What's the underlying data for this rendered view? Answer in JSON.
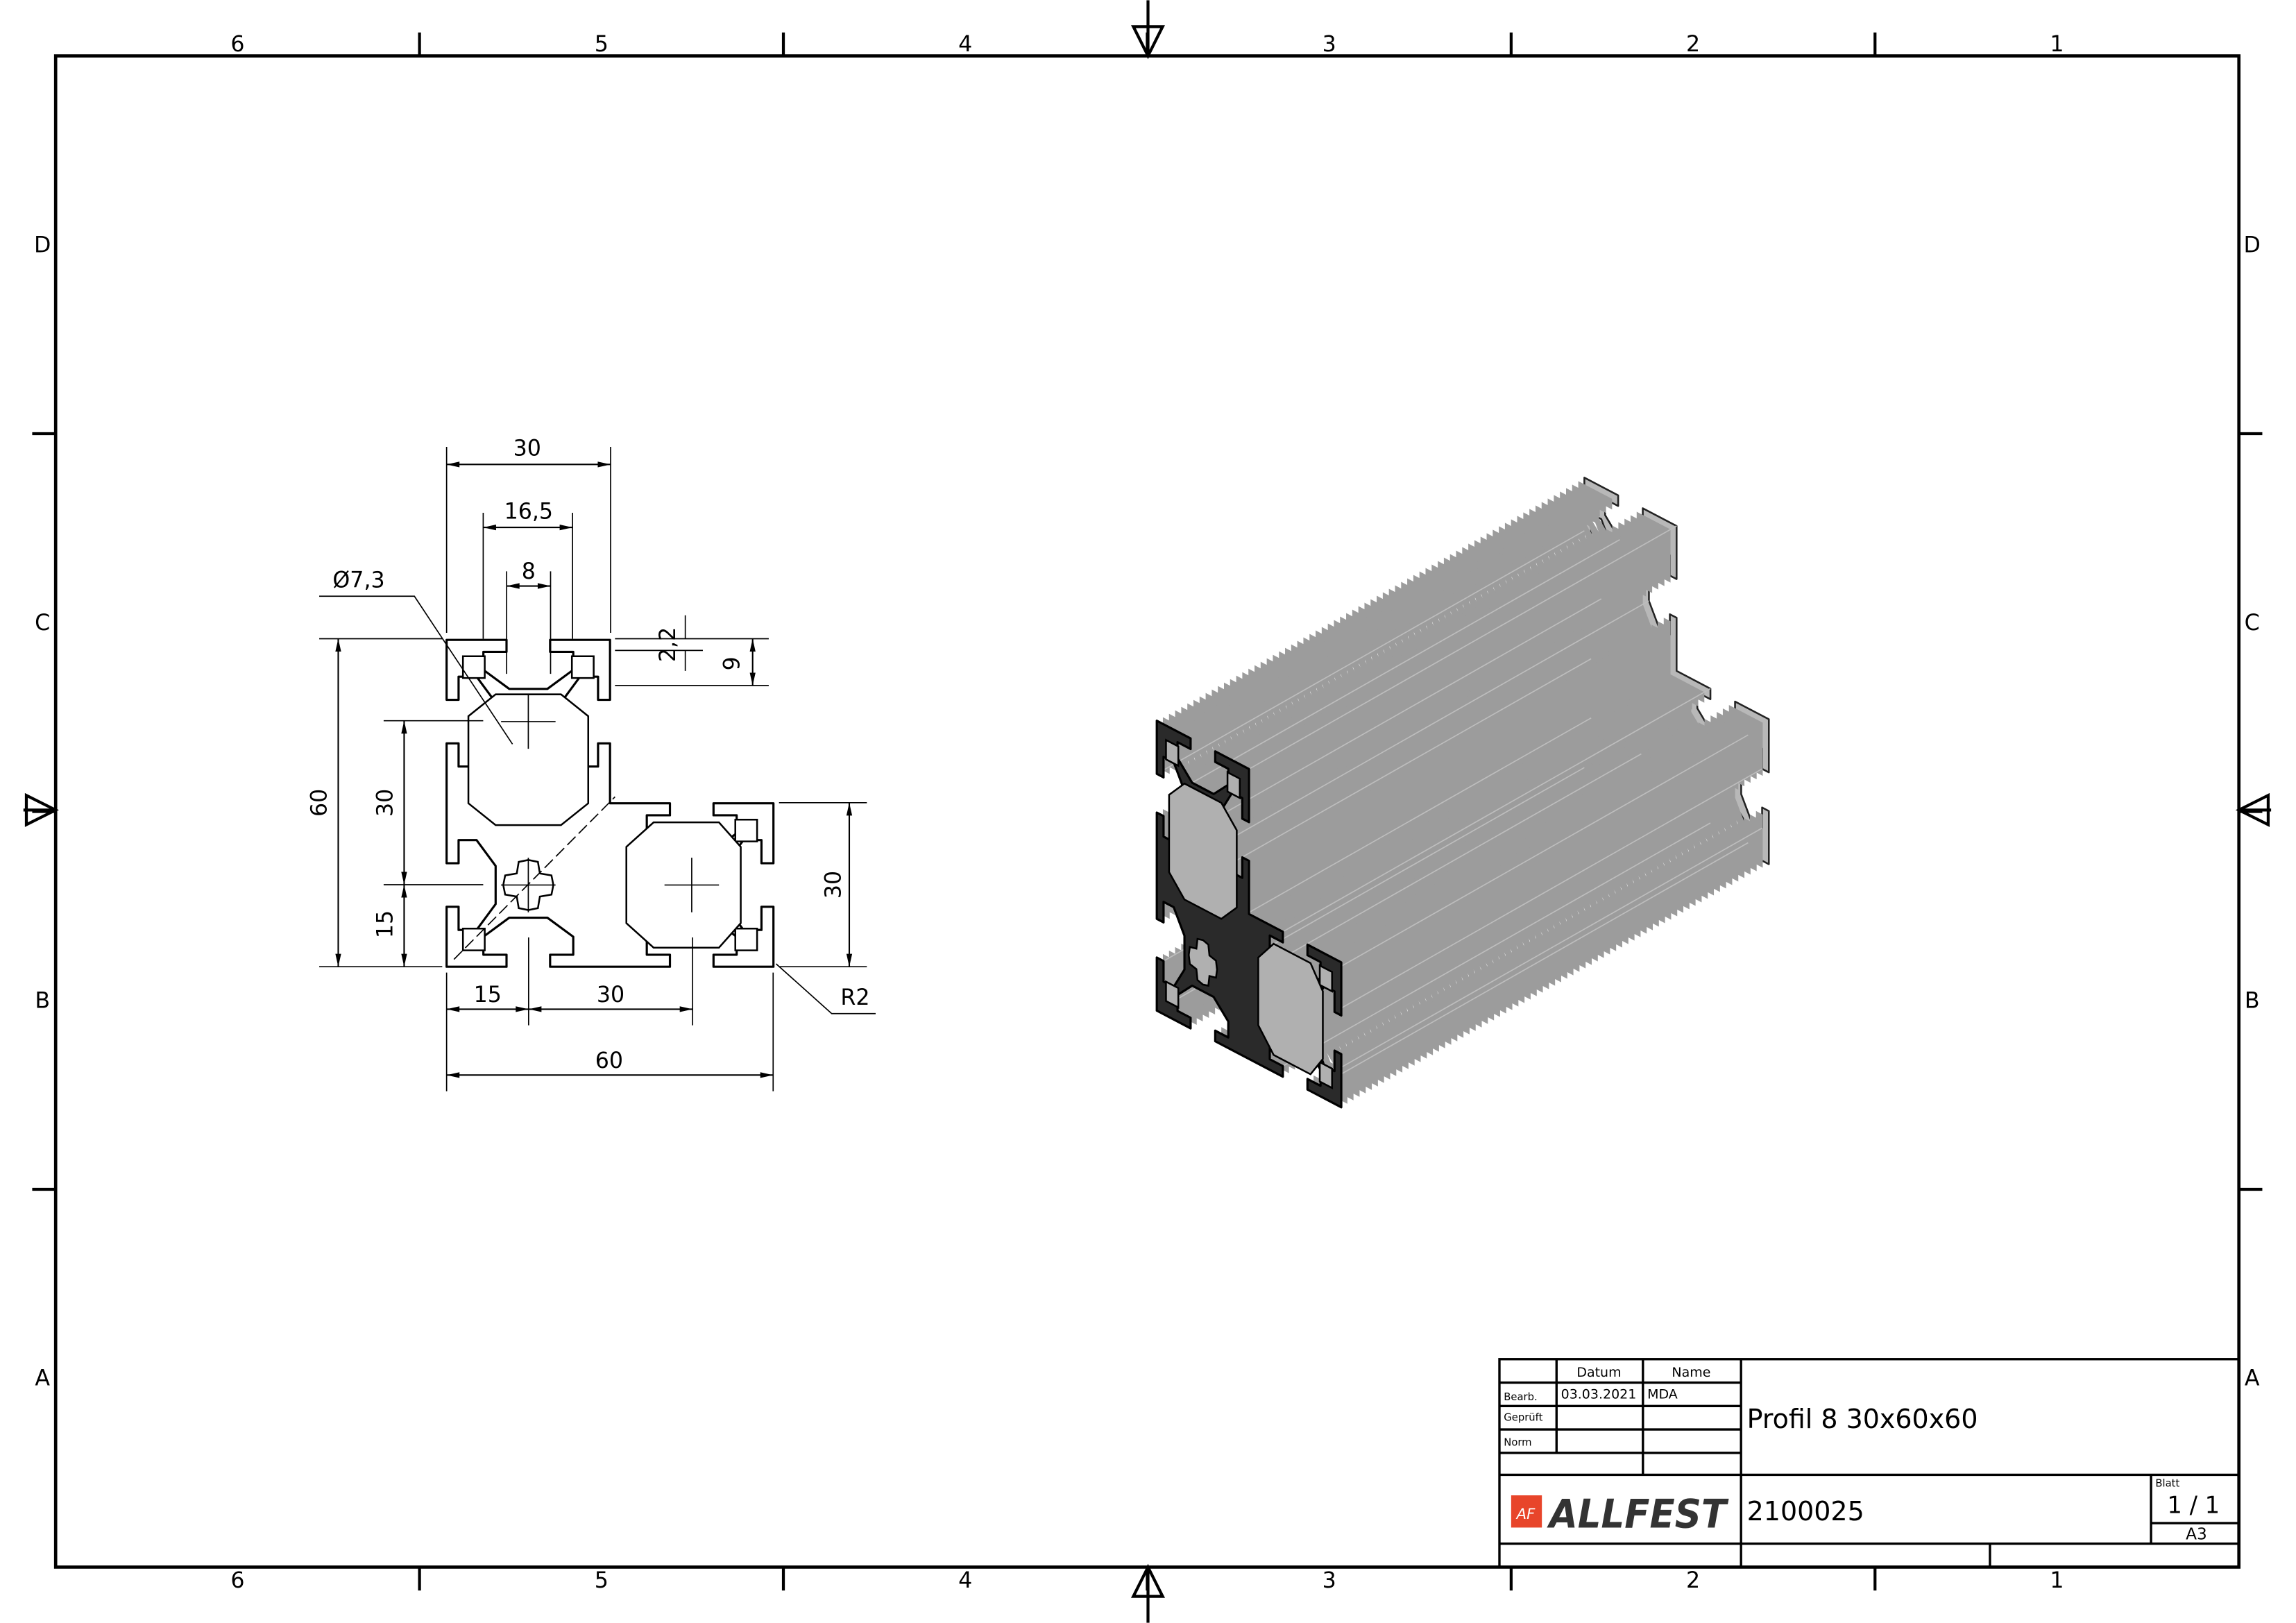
{
  "zones": {
    "columns": [
      "6",
      "5",
      "4",
      "3",
      "2",
      "1"
    ],
    "rows": [
      "D",
      "C",
      "B",
      "A"
    ]
  },
  "dimensions": {
    "width_top": "30",
    "slot_inner": "16,5",
    "slot_opening": "8",
    "bore": "Ø7,3",
    "lip": "2,2",
    "slot_depth": "9",
    "height_total": "60",
    "pitch_vertical": "30",
    "offset_vertical": "15",
    "offset_horizontal": "15",
    "pitch_horizontal": "30",
    "width_total": "60",
    "height_right": "30",
    "radius": "R2"
  },
  "title_block": {
    "col_date": "Datum",
    "col_name": "Name",
    "row_drawn": "Bearb.",
    "row_checked": "Geprüft",
    "row_norm": "Norm",
    "drawn_date": "03.03.2021",
    "drawn_name": "MDA",
    "title": "Profil 8 30x60x60",
    "part_number": "2100025",
    "sheet_label": "Blatt",
    "sheet": "1 / 1",
    "format": "A3",
    "logo_text": "ALLFEST",
    "logo_mark": "AF",
    "brand_color": "#e8452a"
  }
}
